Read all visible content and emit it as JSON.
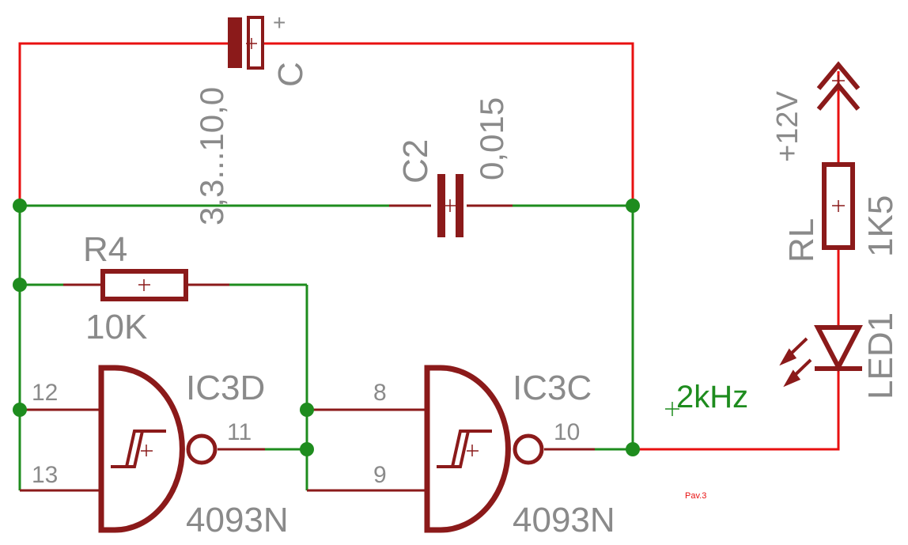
{
  "components": {
    "cap_c": {
      "name": "C",
      "value": "3,3...10,0",
      "plus": "+"
    },
    "cap_c2": {
      "name": "C2",
      "value": "0,015"
    },
    "res_r4": {
      "name": "R4",
      "value": "10K"
    },
    "gate_ic3d": {
      "name": "IC3D",
      "type": "4093N",
      "pin_in1": "12",
      "pin_in2": "13",
      "pin_out": "11"
    },
    "gate_ic3c": {
      "name": "IC3C",
      "type": "4093N",
      "pin_in1": "8",
      "pin_in2": "9",
      "pin_out": "10"
    },
    "res_rl": {
      "name": "RL",
      "value": "1K5"
    },
    "led1": {
      "name": "LED1"
    },
    "supply": {
      "label": "+12V"
    }
  },
  "annotations": {
    "frequency": "2kHz",
    "page_ref": "Pav.3"
  },
  "colors": {
    "wire_green": "#1e8c1e",
    "wire_red": "#e81010",
    "component": "#8b1a1a",
    "label_gray": "#8a8a8a",
    "junction": "#1e8c1e"
  }
}
